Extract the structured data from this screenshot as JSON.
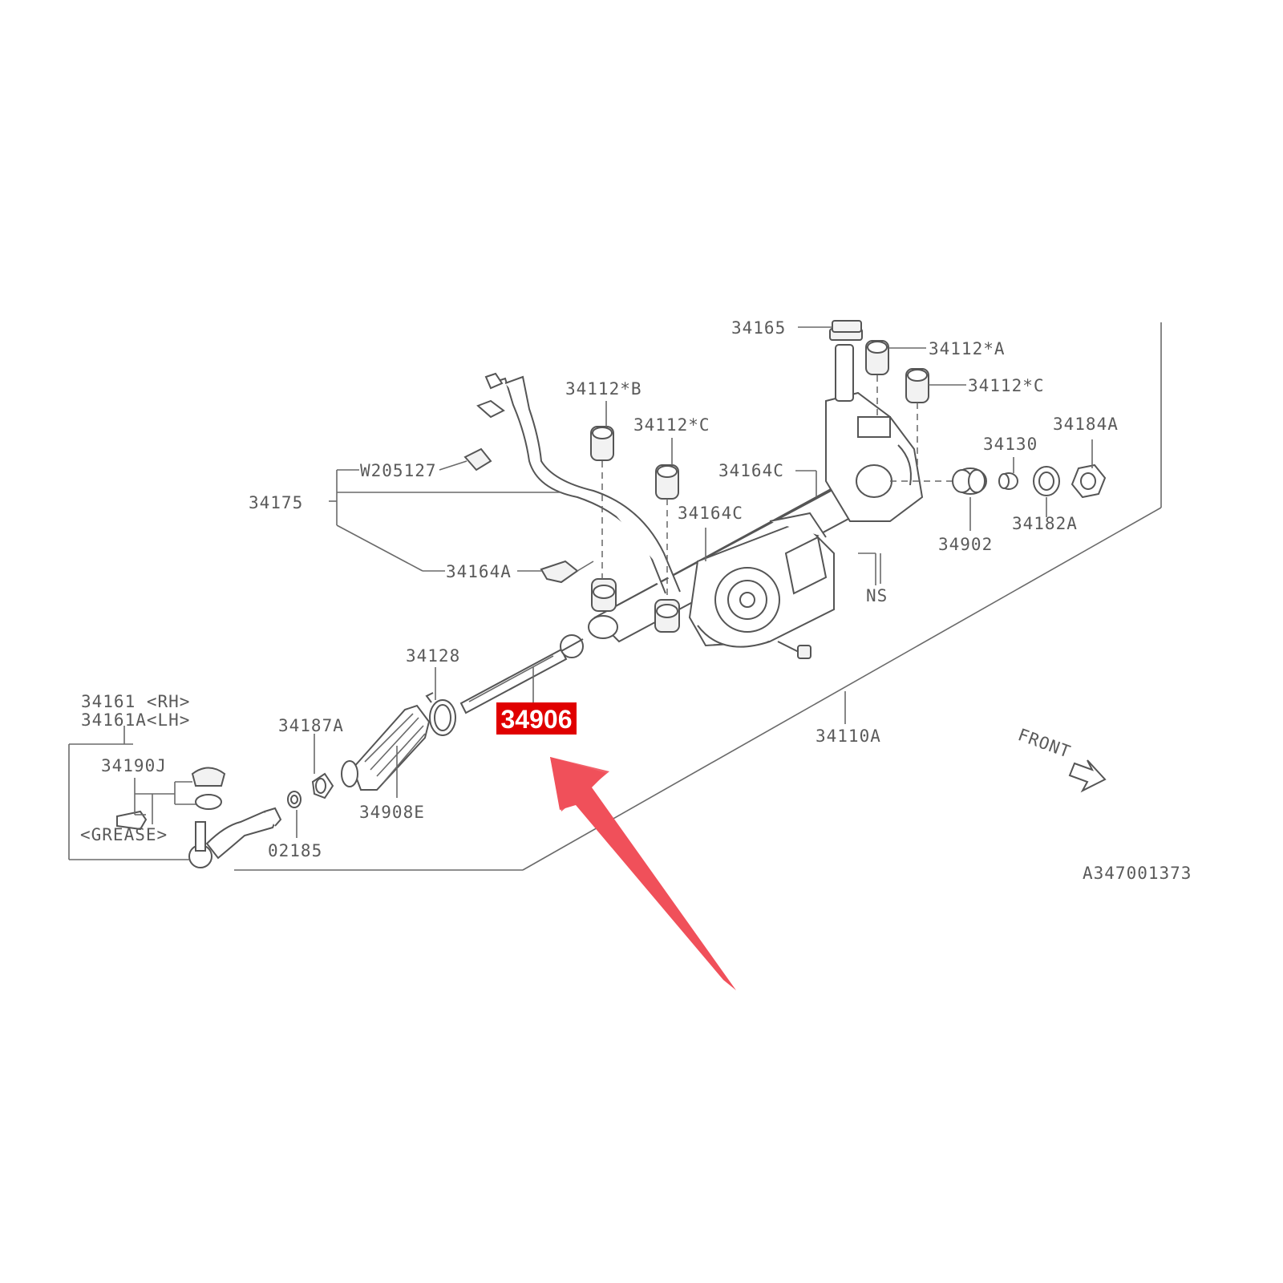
{
  "labels": {
    "p34165": "34165",
    "p34112A": "34112*A",
    "p34112B": "34112*B",
    "p34112C_top": "34112*C",
    "p34112C_mid": "34112*C",
    "p34184A": "34184A",
    "p34130": "34130",
    "p34164C_a": "34164C",
    "p34164C_b": "34164C",
    "pW205127": "W205127",
    "p34175": "34175",
    "p34164A": "34164A",
    "p34902": "34902",
    "p34182A": "34182A",
    "pNS": "NS",
    "p34128": "34128",
    "p34906": "34906",
    "p34110A": "34110A",
    "p34161": "34161 <RH>",
    "p34161A": "34161A<LH>",
    "p34187A": "34187A",
    "p34190J": "34190J",
    "pGrease": "<GREASE>",
    "p34908E": "34908E",
    "p02185": "02185",
    "front": "FRONT",
    "diagram_id": "A347001373"
  },
  "highlight": {
    "part": "34906",
    "color": "#e00000",
    "arrow_color": "#f0505a"
  }
}
